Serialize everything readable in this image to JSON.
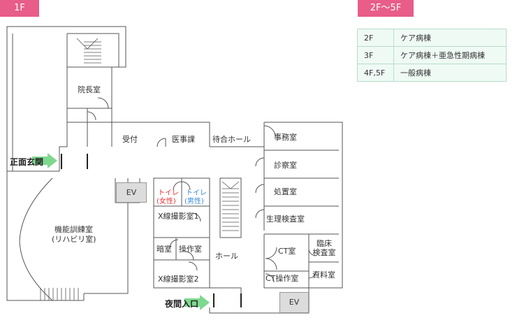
{
  "tags": {
    "first": "1F",
    "upper": "2F～5F"
  },
  "floor_table": [
    {
      "floor": "2F",
      "ward": "ケア病棟"
    },
    {
      "floor": "3F",
      "ward": "ケア病棟＋亜急性期病棟"
    },
    {
      "floor": "4F,5F",
      "ward": "一般病棟"
    }
  ],
  "rooms": {
    "director": "院長室",
    "reception": "受付",
    "medical_affairs": "医事課",
    "waiting_hall": "待合ホール",
    "office": "事務室",
    "exam": "診察室",
    "treatment": "処置室",
    "physio": "生理検査室",
    "ct": "CT室",
    "clinical_lab": "臨床\n検査室",
    "records": "資料室",
    "ct_control": "CT操作室",
    "toilet_f_1": "トイレ",
    "toilet_f_2": "(女性)",
    "toilet_m_1": "トイレ",
    "toilet_m_2": "(男性)",
    "xray1": "X線撮影室1",
    "darkroom": "暗室",
    "control": "操作室",
    "hall": "ホール",
    "xray2": "X線撮影室2",
    "rehab_1": "機能訓練室",
    "rehab_2": "(リハビリ室)"
  },
  "elevator_label": "EV",
  "entrances": {
    "main": "正面玄関",
    "night": "夜間入口"
  },
  "colors": {
    "tag_bg": "#e85d8a",
    "table_border": "#b8dccb",
    "table_bg": "#effaf5",
    "arrow": "#7ed88e"
  }
}
